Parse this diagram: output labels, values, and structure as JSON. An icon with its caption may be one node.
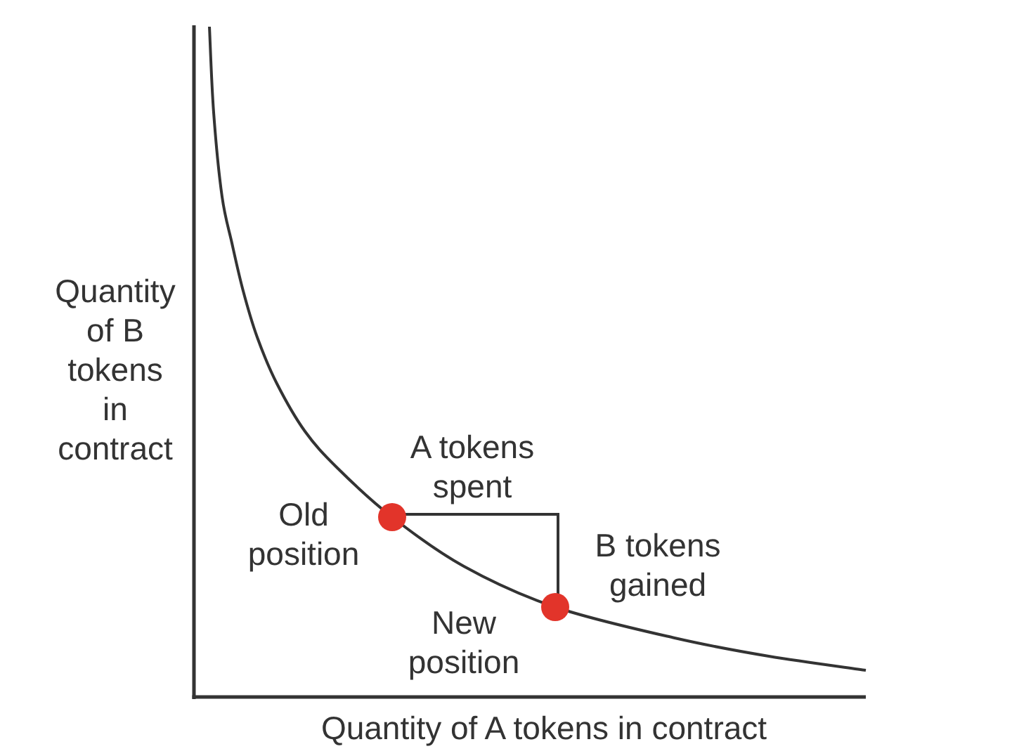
{
  "diagram": {
    "nodes": [
      {
        "text": [],
        "shape": "circle",
        "beside": [
          "Old position"
        ]
      },
      {
        "text": [],
        "shape": "circle",
        "beside": [
          "New position"
        ]
      }
    ],
    "labels": [
      "Quantity of B tokens in contract",
      "A tokens spent",
      "B tokens gained",
      "Quantity of A tokens in contract"
    ]
  }
}
